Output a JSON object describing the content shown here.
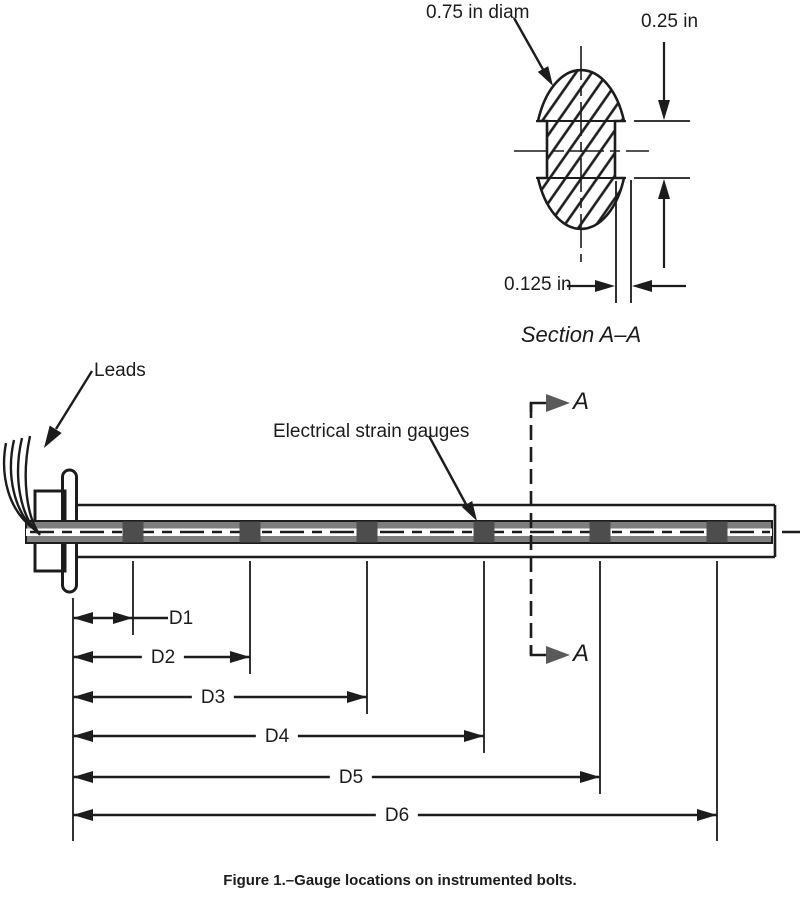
{
  "colors": {
    "ink": "#1c1c1c",
    "marker_gray": "#5a5a5a",
    "gauge_fill": "#4d4d4d",
    "channel_gray": "#7e7e7e",
    "paper": "#ffffff"
  },
  "section_detail": {
    "title": "Section A–A",
    "diameter_label": "0.75  in diam",
    "gauge_section_height_label": "0.25  in",
    "flat_depth_label": "0.125  in"
  },
  "section_marker": {
    "letter": "A"
  },
  "bolt": {
    "leads_label": "Leads",
    "strain_gauges_label": "Electrical strain gauges"
  },
  "dimensions": {
    "labels": [
      "D1",
      "D2",
      "D3",
      "D4",
      "D5",
      "D6"
    ]
  },
  "figure": {
    "caption": "Figure 1.–Gauge locations on instrumented bolts."
  }
}
